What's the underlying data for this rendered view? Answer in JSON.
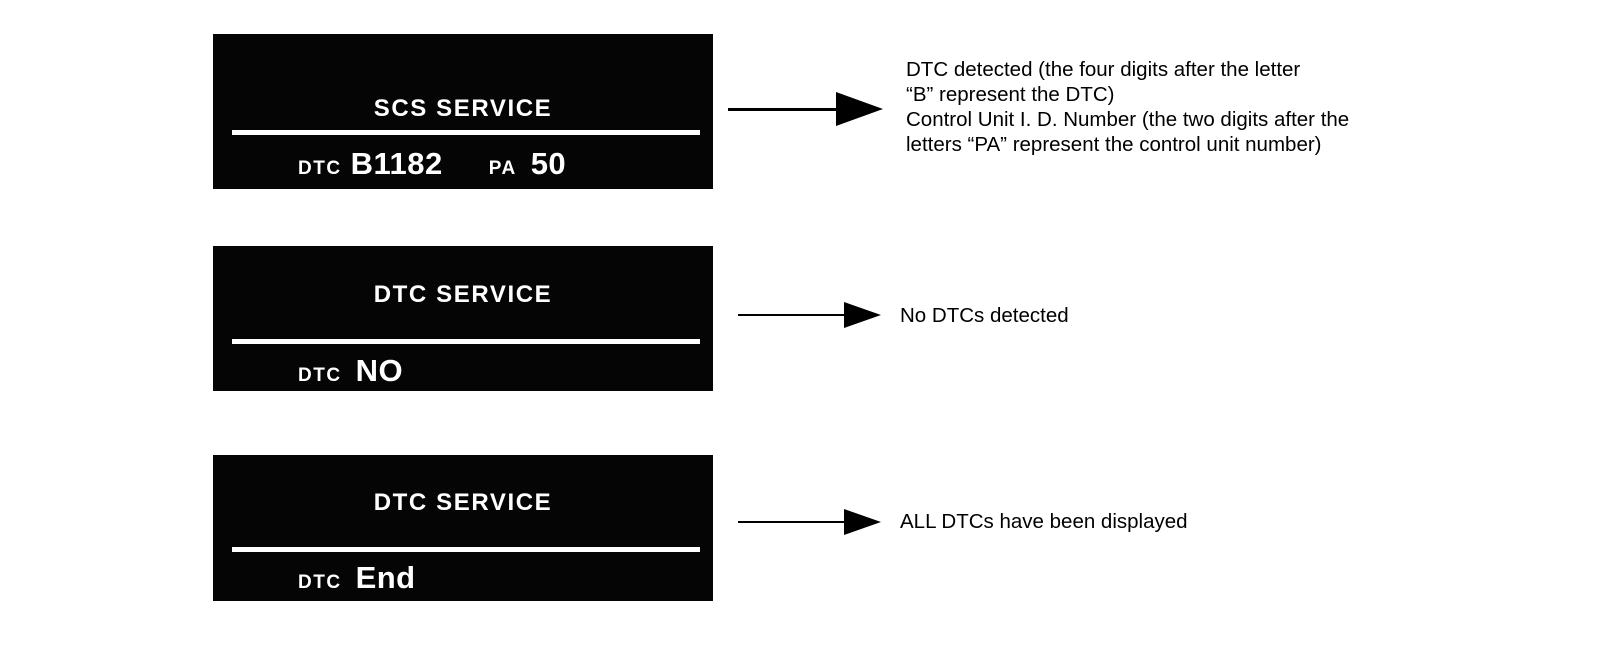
{
  "page": {
    "background_color": "#ffffff",
    "text_color": "#000000",
    "lcd_background_color": "#050505",
    "lcd_text_color": "#ffffff"
  },
  "displays": [
    {
      "id": "scs-service",
      "title": "SCS SERVICE",
      "value_label": "DTC",
      "value": "B1182",
      "secondary_label": "PA",
      "secondary_value": "50",
      "annotation_lines": [
        "DTC detected (the four digits after the letter",
        "“B” represent the DTC)",
        "Control Unit I. D. Number (the two digits after the",
        "letters “PA” represent the control unit number)"
      ]
    },
    {
      "id": "dtc-service-no",
      "title": "DTC SERVICE",
      "value_label": "DTC",
      "value": "NO",
      "secondary_label": "",
      "secondary_value": "",
      "annotation_lines": [
        "No DTCs detected"
      ]
    },
    {
      "id": "dtc-service-end",
      "title": "DTC SERVICE",
      "value_label": "DTC",
      "value": "End",
      "secondary_label": "",
      "secondary_value": "",
      "annotation_lines": [
        "ALL DTCs have been displayed"
      ]
    }
  ],
  "annotations": {
    "row1": "DTC detected (the four digits after the letter\n“B” represent the DTC)\nControl Unit I. D. Number (the two digits after the\nletters “PA” represent the control unit number)",
    "row2": "No DTCs detected",
    "row3": "ALL DTCs have been displayed"
  }
}
